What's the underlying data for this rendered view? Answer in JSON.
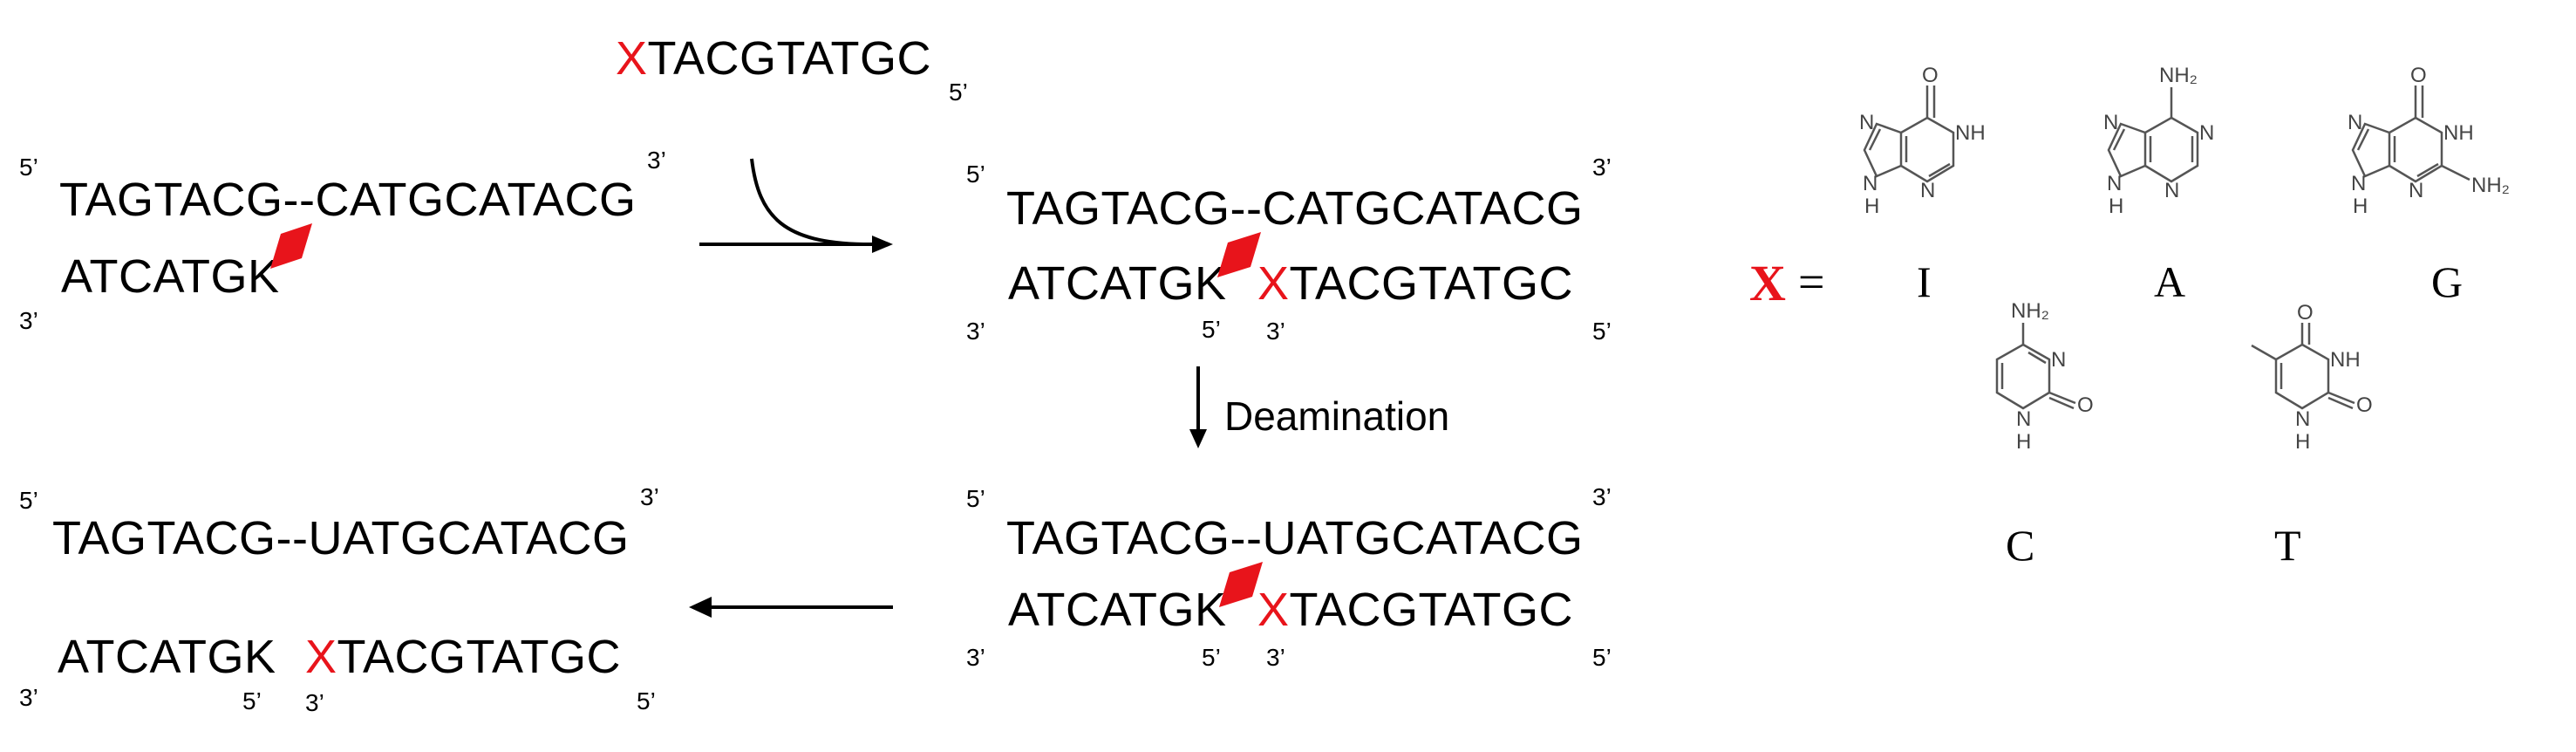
{
  "reaction": {
    "incoming": {
      "x": "X",
      "seq": "TACGTATGC",
      "end": "5’"
    },
    "start": {
      "top_left": "5’",
      "top_seq": "TAGTACG--CATGCATACG",
      "top_right": "3’",
      "bot_left": "3’",
      "bot_seq": "ATCATGK"
    },
    "bound": {
      "top_left": "5’",
      "top_seq": "TAGTACG--CATGCATACG",
      "top_right": "3’",
      "bot_left": "3’",
      "bot_seq": "ATCATGK",
      "x": "X",
      "x_seq": "TACGTATGC",
      "nick_5": "5’",
      "nick_3": "3’",
      "bot_right": "5’"
    },
    "step_label": "Deamination",
    "deaminated": {
      "top_left": "5’",
      "top_seq": "TAGTACG--UATGCATACG",
      "top_right": "3’",
      "bot_left": "3’",
      "bot_seq": "ATCATGK",
      "x": "X",
      "x_seq": "TACGTATGC",
      "nick_5": "5’",
      "nick_3": "3’",
      "bot_right": "5’"
    },
    "product": {
      "top_left": "5’",
      "top_seq": "TAGTACG--UATGCATACG",
      "top_right": "3’",
      "bot_left": "3’",
      "bot_seq": "ATCATGK",
      "x": "X",
      "x_seq": "TACGTATGC",
      "nick_5": "5’",
      "nick_3": "3’",
      "bot_right": "5’"
    }
  },
  "legend": {
    "x_symbol": "X",
    "equals": "=",
    "bases": [
      {
        "name": "I",
        "atoms": [
          "O",
          "NH",
          "N",
          "N",
          "N",
          "H"
        ]
      },
      {
        "name": "A",
        "atoms": [
          "NH₂",
          "N",
          "N",
          "N",
          "N",
          "H"
        ]
      },
      {
        "name": "G",
        "atoms": [
          "O",
          "NH",
          "NH₂",
          "N",
          "N",
          "N",
          "H"
        ]
      },
      {
        "name": "C",
        "atoms": [
          "NH₂",
          "N",
          "O",
          "N",
          "H"
        ]
      },
      {
        "name": "T",
        "atoms": [
          "O",
          "NH",
          "O",
          "N",
          "H"
        ]
      }
    ]
  },
  "colors": {
    "highlight": "#e8141b",
    "ink": "#000000"
  }
}
